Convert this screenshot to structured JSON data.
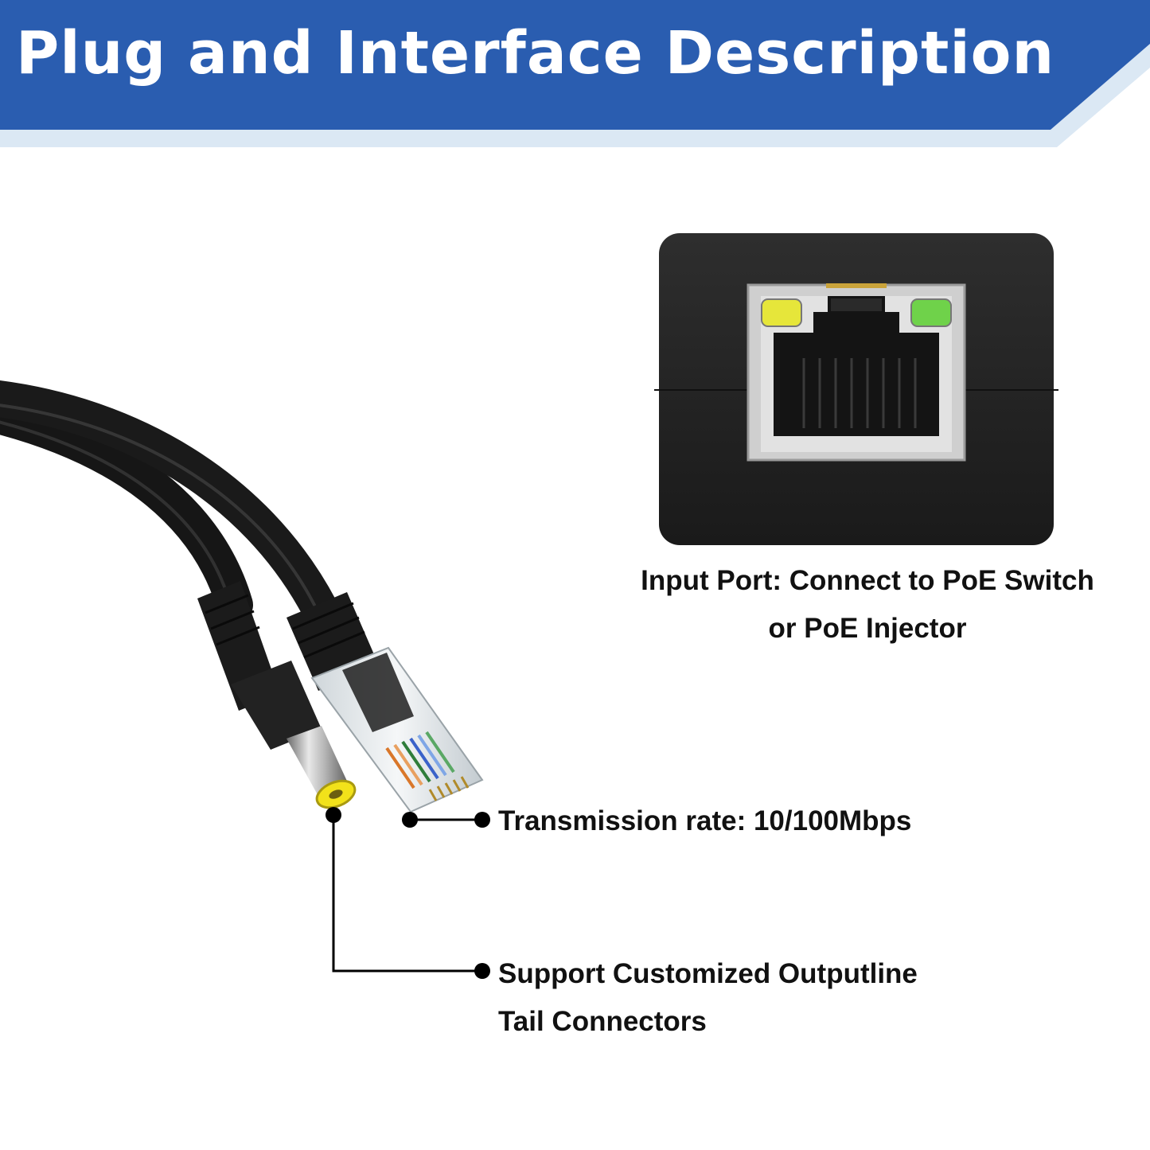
{
  "header": {
    "title": "Plug and Interface Description",
    "bar_color": "#2a5db0",
    "accent_color": "#dbe8f4"
  },
  "callouts": {
    "input_port": {
      "line1": "Input Port: Connect to PoE Switch",
      "line2": "or PoE Injector"
    },
    "transmission_rate": {
      "text": "Transmission rate: 10/100Mbps"
    },
    "custom_output": {
      "line1": "Support Customized Outputline",
      "line2": "Tail Connectors"
    }
  },
  "device": {
    "led_left_color": "#e6e63a",
    "led_right_color": "#6fd24a"
  },
  "dc_plug": {
    "tip_color": "#f2e21a"
  }
}
